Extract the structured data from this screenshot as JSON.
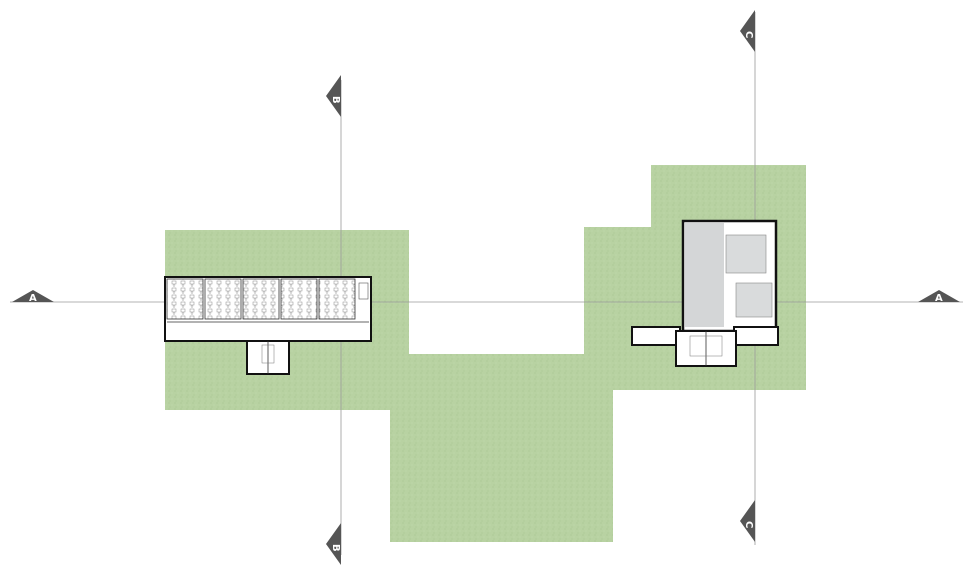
{
  "section_markers": {
    "a_left": "A",
    "a_right": "A",
    "b_top": "B",
    "b_bottom": "B",
    "c_top": "C",
    "c_bottom": "C"
  },
  "colors": {
    "grass": "#b9d3a4",
    "grass_dark": "#a9c693",
    "wall": "#111111",
    "paving": "#d4d6d7",
    "marker": "#555555",
    "section_line": "#9a9a9a"
  }
}
